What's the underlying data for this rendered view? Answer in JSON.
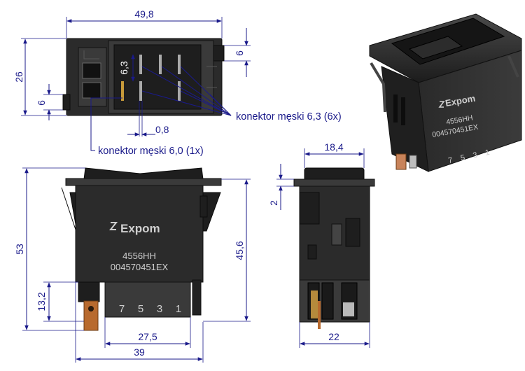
{
  "top_view": {
    "dim_width": "49,8",
    "dim_height": "26",
    "dim_right": "6",
    "dim_left_small": "6",
    "dim_pin_pitch": "6,3",
    "dim_pin_thick": "0,8",
    "label_connector_large": "konektor męski 6,3 (6x)",
    "label_connector_small": "konektor męski 6,0 (1x)"
  },
  "front_view": {
    "dim_height": "53",
    "dim_body_height": "45,6",
    "dim_terminal": "13,2",
    "dim_inner_width": "27,5",
    "dim_width": "39",
    "brand": "Expom",
    "model": "4556HH",
    "code": "004570451EX",
    "terminal_numbers": [
      "7",
      "5",
      "3",
      "1"
    ]
  },
  "side_view": {
    "dim_width": "18,4",
    "dim_flange": "2",
    "dim_bottom": "22"
  },
  "photo": {
    "brand": "Expom",
    "model": "4556HH",
    "code": "004570451EX",
    "terminal_numbers": [
      "7",
      "5",
      "3",
      "1"
    ]
  }
}
